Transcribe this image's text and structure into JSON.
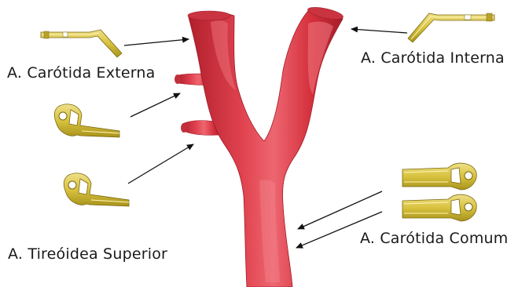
{
  "labels": {
    "external": "A. Carótida Externa",
    "internal": "A. Carótida Interna",
    "thyroid": "A. Tireóidea Superior",
    "common": "A. Carótida Comum"
  },
  "colors": {
    "artery": "#d32f3b",
    "artery_highlight": "#ee6670",
    "artery_shadow": "#a81c2a",
    "clip": "#d8c23e",
    "clip_outline": "#7a6a10",
    "arrow": "#111111"
  },
  "icons": [
    "straight-clip-icon",
    "angled-clip-icon",
    "ring-clip-icon"
  ]
}
